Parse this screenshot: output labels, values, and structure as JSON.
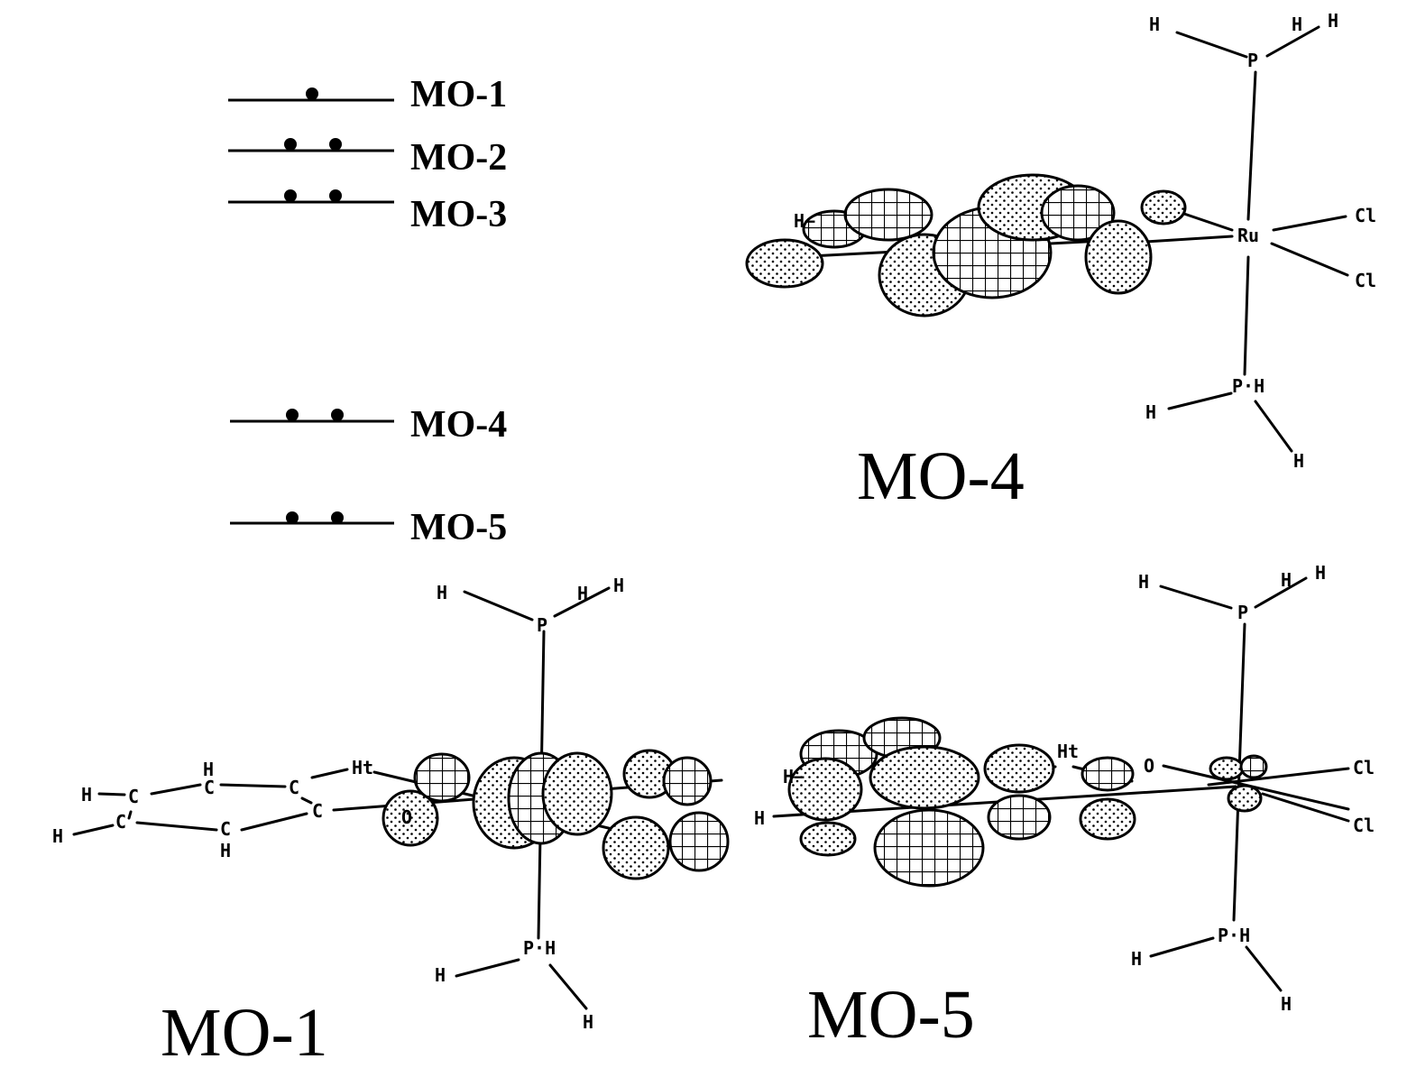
{
  "energy_levels": [
    {
      "label": "MO-1",
      "electrons": 1
    },
    {
      "label": "MO-2",
      "electrons": 2
    },
    {
      "label": "MO-3",
      "electrons": 2
    },
    {
      "label": "MO-4",
      "electrons": 2
    },
    {
      "label": "MO-5",
      "electrons": 2
    }
  ],
  "panels": {
    "mo4": {
      "label": "MO-4"
    },
    "mo1": {
      "label": "MO-1"
    },
    "mo5": {
      "label": "MO-5"
    }
  },
  "atoms": {
    "H": "H",
    "P": "P",
    "Ru": "Ru",
    "Cl": "Cl",
    "C": "C",
    "O": "O",
    "P_H": "P·H",
    "Ht": "Ht",
    "Hs": "H−"
  },
  "colors": {
    "ink": "#000000",
    "background": "#ffffff"
  }
}
